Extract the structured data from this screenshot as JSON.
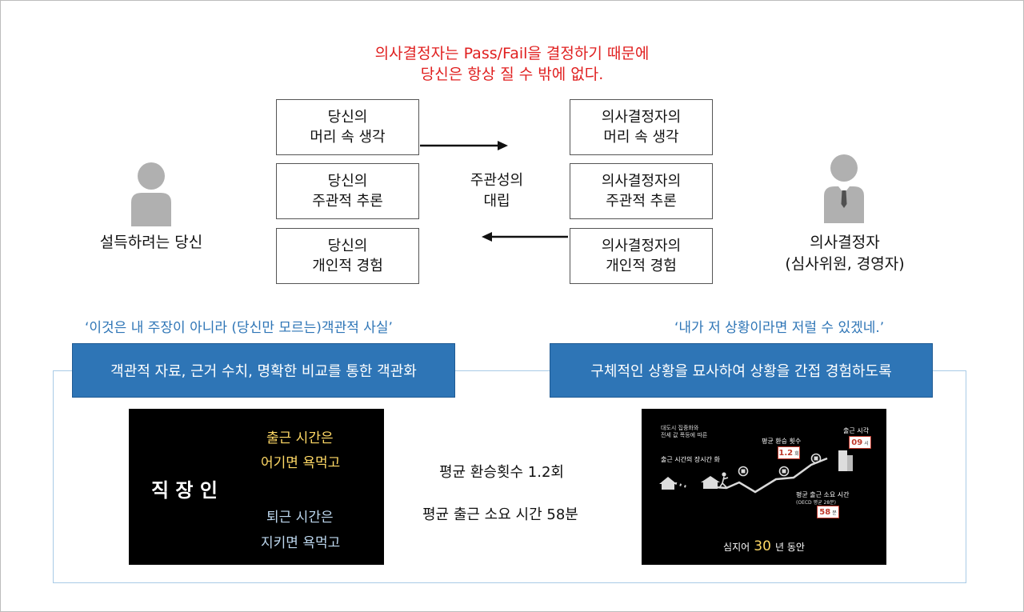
{
  "headline": {
    "line1": "의사결정자는 Pass/Fail을 결정하기 때문에",
    "line2": "당신은 항상 질 수 밖에 없다."
  },
  "left_person": {
    "label": "설득하려는 당신"
  },
  "right_person": {
    "label_line1": "의사결정자",
    "label_line2": "(심사위원, 경영자)"
  },
  "left_boxes": [
    {
      "line1": "당신의",
      "line2": "머리 속 생각"
    },
    {
      "line1": "당신의",
      "line2": "주관적 추론"
    },
    {
      "line1": "당신의",
      "line2": "개인적 경험"
    }
  ],
  "right_boxes": [
    {
      "line1": "의사결정자의",
      "line2": "머리 속 생각"
    },
    {
      "line1": "의사결정자의",
      "line2": "주관적 추론"
    },
    {
      "line1": "의사결정자의",
      "line2": "개인적 경험"
    }
  ],
  "center_label": {
    "line1": "주관성의",
    "line2": "대립"
  },
  "left_quote": "‘이것은 내 주장이 아니라 (당신만 모르는)객관적 사실’",
  "right_quote": "‘내가 저 상황이라면 저럴 수 있겠네.’",
  "left_banner": "객관적 자료, 근거 수치, 명확한 비교를 통한 객관화",
  "right_banner": "구체적인 상황을 묘사하여 상황을 간접 경험하도록",
  "left_panel": {
    "title": "직 장 인",
    "text1a": "출근 시간은",
    "text1b": "어기면 욕먹고",
    "text2a": "퇴근 시간은",
    "text2b": "지키면 욕먹고"
  },
  "stats": {
    "line1": "평균 환승횟수 1.2회",
    "line2": "평균 출근 소요 시간 58분"
  },
  "right_panel": {
    "note_line1": "대도시 집중화와",
    "note_line2": "전세 값 폭등에 따른",
    "note_line3": "출근 시간의 장시간 화",
    "transfer_label": "평균 환승 횟수",
    "transfer_value": "1.2",
    "transfer_unit": "회",
    "arrive_label": "출근 시각",
    "arrive_value": "09",
    "arrive_unit": "시",
    "commute_label": "평균 출근 소요 시간",
    "commute_sub": "(OECD 평균 28분)",
    "commute_value": "58",
    "commute_unit": "분",
    "bottom_a": "심지어",
    "bottom_b": "30",
    "bottom_c": "년 동안"
  },
  "colors": {
    "headline": "#e02020",
    "accent_blue": "#2e75b6",
    "person_gray": "#b0b0b0",
    "panel_yellow": "#ffd966",
    "panel_lightblue": "#bdd7ee",
    "badge_red": "#c0392b"
  }
}
